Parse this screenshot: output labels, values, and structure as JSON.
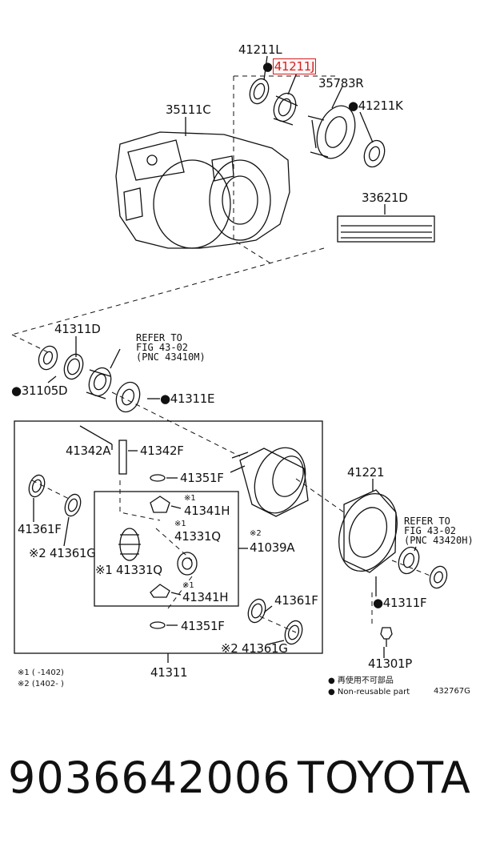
{
  "labels": {
    "p41211L": "41211L",
    "p41211J": "41211J",
    "p35783R": "35783R",
    "p41211K": "●41211K",
    "p35111C": "35111C",
    "p33621D": "33621D",
    "p41311D": "41311D",
    "p31105D": "●31105D",
    "p41311E": "●41311E",
    "p41342A": "41342A",
    "p41342F": "41342F",
    "p41351F_top": "41351F",
    "p41341H_top": "41341H",
    "p41331Q_top": "41331Q",
    "p41039A": "41039A",
    "p41361F_left": "41361F",
    "p41361G_left": "※2 41361G",
    "p41331Q_left": "※1 41331Q",
    "p41341H_bot": "41341H",
    "p41351F_bot": "41351F",
    "p41361F_right": "41361F",
    "p41361G_right": "※2 41361G",
    "p41311": "41311",
    "p41221": "41221",
    "p41311F": "●41311F",
    "p41301P": "41301P",
    "mark1": "※1",
    "mark2": "※2"
  },
  "refers": {
    "top": "REFER TO\nFIG 43-02\n(PNC 43410M)",
    "right": "REFER TO\nFIG 43-02\n(PNC 43420H)"
  },
  "notes": {
    "note1": "※1 (     -1402)",
    "note2": "※2 (1402-     )",
    "legend1": "● 再使用不可部品",
    "legend2": "● Non-reusable part",
    "fig_id": "432767G"
  },
  "footer": {
    "part_number": "9036642006",
    "brand": "TOYOTA"
  },
  "colors": {
    "highlight": "#d42020",
    "ink": "#111111"
  }
}
